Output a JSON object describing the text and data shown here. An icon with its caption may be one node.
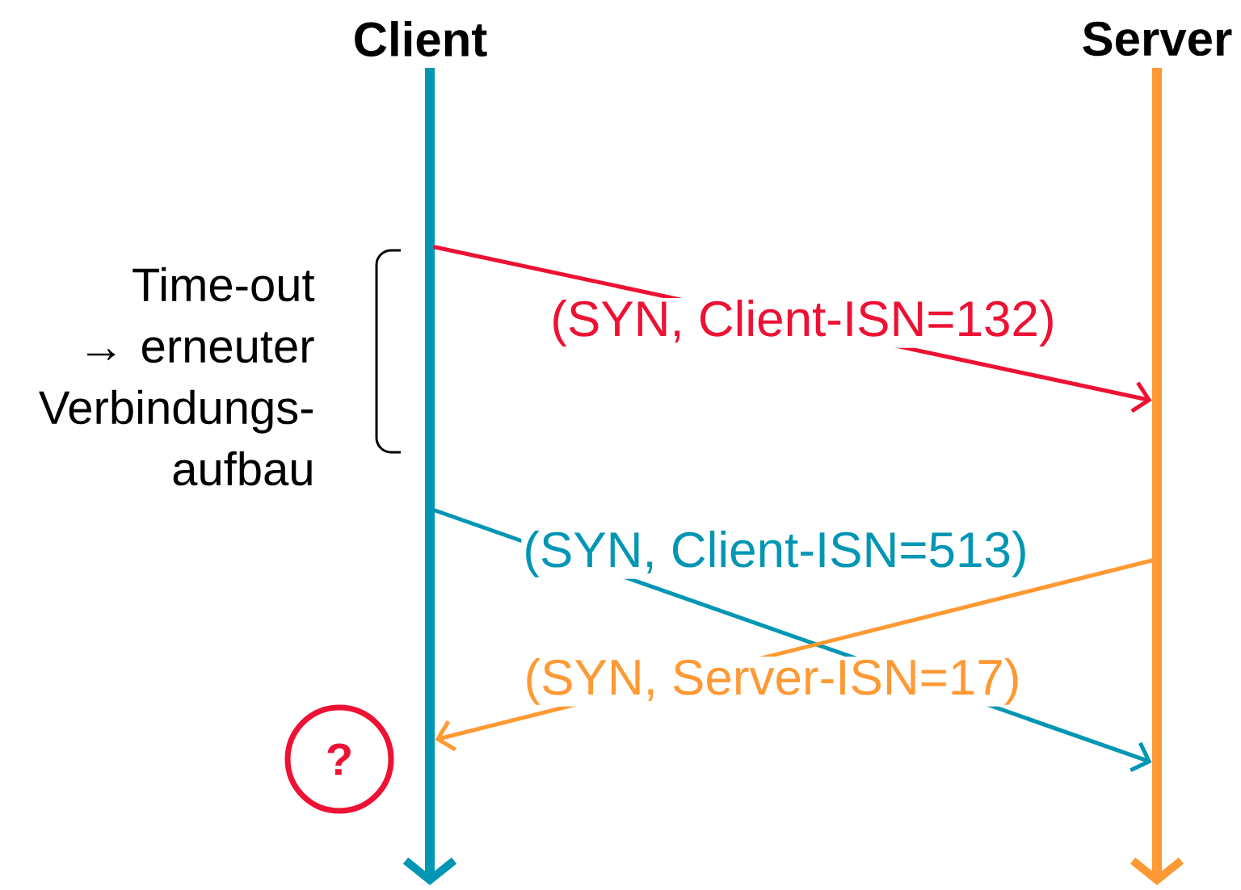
{
  "diagram": {
    "nodes": [
      {
        "text": [
          "Client"
        ]
      },
      {
        "text": [
          "Server"
        ]
      },
      {
        "text": [
          "?"
        ]
      }
    ],
    "edges": [
      {
        "from": 0,
        "to": 1,
        "arrow": "to",
        "label": "(SYN, Client-ISN=132)",
        "color": "#ee1133"
      },
      {
        "from": 0,
        "to": 1,
        "arrow": "to",
        "label": "(SYN, Client-ISN=513)",
        "color": "#0096b4"
      },
      {
        "from": 1,
        "to": 0,
        "arrow": "to",
        "label": "(SYN, Server-ISN=17)",
        "color": "#ff9933"
      }
    ],
    "labels": [
      "Time-out → erneuter Verbindungs- aufbau"
    ]
  }
}
